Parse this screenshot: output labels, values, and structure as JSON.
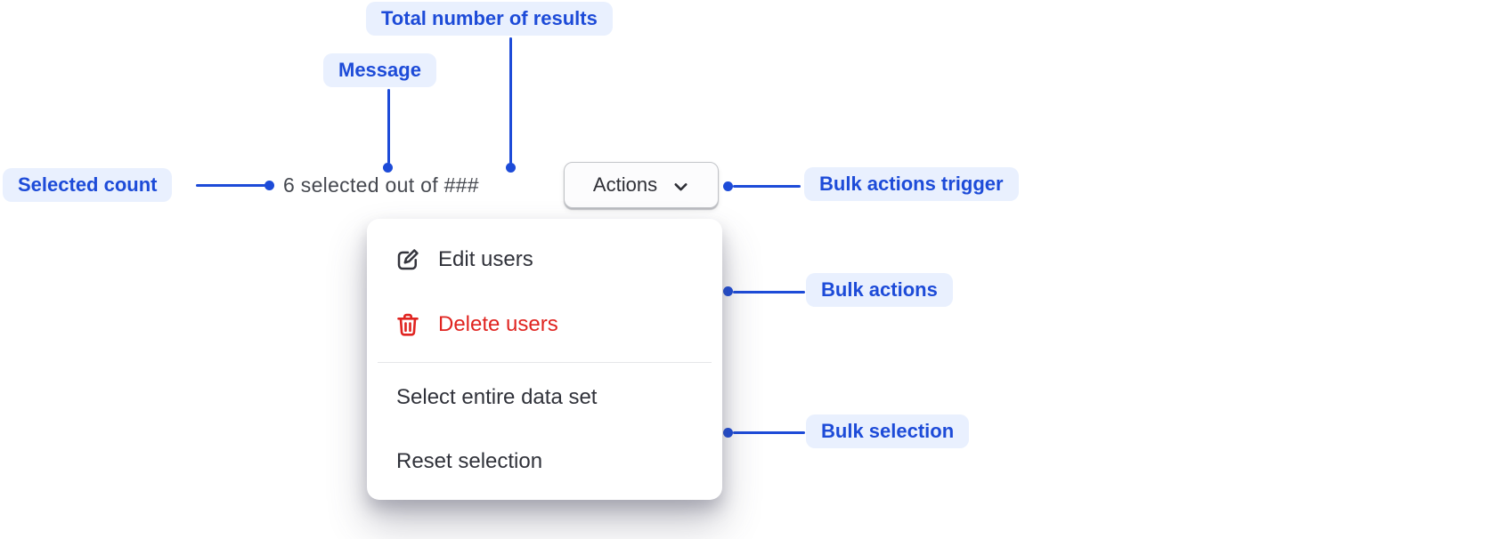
{
  "colors": {
    "accent_blue": "#1d4bd8",
    "label_background": "#e9f0fe",
    "message_text": "#45484f",
    "menu_text": "#30323a",
    "danger_red": "#e02420",
    "button_border": "#c2c4c8",
    "divider": "#e5e6e9"
  },
  "annotations": {
    "total_results_label": "Total number of results",
    "message_label": "Message",
    "selected_count_label": "Selected count",
    "bulk_actions_trigger_label": "Bulk actions trigger",
    "bulk_actions_label": "Bulk actions",
    "bulk_selection_label": "Bulk selection"
  },
  "selection_bar": {
    "message": "6 selected out of ###",
    "selected_count": "6",
    "total_placeholder": "###",
    "actions_label": "Actions",
    "actions_icon": "chevron-down-icon"
  },
  "menu": {
    "actions": [
      {
        "label": "Edit users",
        "icon": "edit-icon",
        "danger": false
      },
      {
        "label": "Delete users",
        "icon": "trash-icon",
        "danger": true
      }
    ],
    "selection": [
      {
        "label": "Select entire data set"
      },
      {
        "label": "Reset selection"
      }
    ]
  }
}
